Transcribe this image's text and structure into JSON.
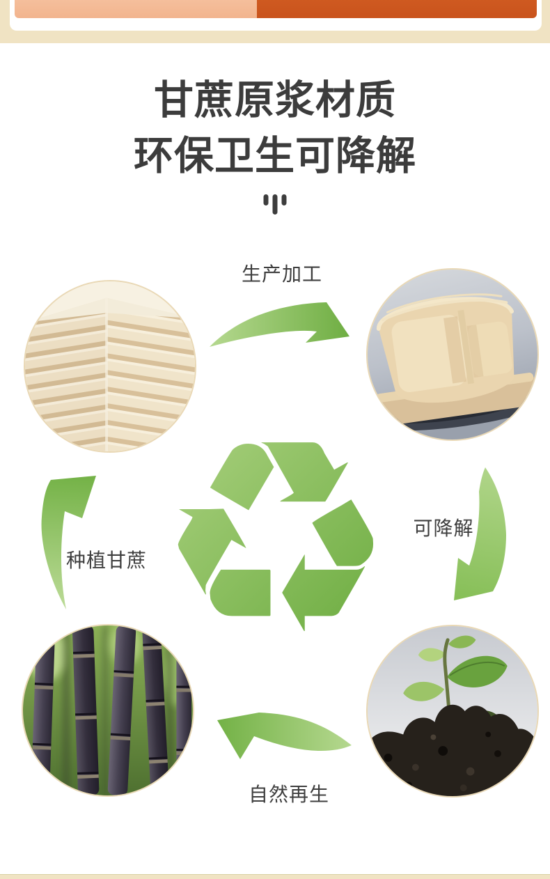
{
  "page": {
    "background_color": "#ffffff",
    "frame_color": "#f0e3c3"
  },
  "top_banner": {
    "left_panel_color": "#f2b48e",
    "right_panel_color": "#c9531c"
  },
  "heading": {
    "line1": "甘蔗原浆材质",
    "line2": "环保卫生可降解",
    "color": "#3c3c3c",
    "divider_mark": "three-vertical-bars"
  },
  "cycle_diagram": {
    "center_icon": "recycle-symbol",
    "palette": {
      "green_light": "#b5d88f",
      "green_dark": "#6fae43",
      "circle_border": "#e9d8b5"
    },
    "labels": {
      "top": "生产加工",
      "right": "可降解",
      "bottom": "自然再生",
      "left": "种植甘蔗"
    },
    "steps": [
      {
        "position": "top-left",
        "image": "sugarcane-pulp-board-photo"
      },
      {
        "position": "top-right",
        "image": "pulp-food-containers-photo"
      },
      {
        "position": "bottom-right",
        "image": "seedling-in-soil-photo"
      },
      {
        "position": "bottom-left",
        "image": "sugarcane-field-photo"
      }
    ],
    "arrows": [
      {
        "from": "pulp-board",
        "to": "containers",
        "label": "生产加工"
      },
      {
        "from": "containers",
        "to": "seedling",
        "label": "可降解"
      },
      {
        "from": "seedling",
        "to": "sugarcane",
        "label": "自然再生"
      },
      {
        "from": "sugarcane",
        "to": "pulp-board",
        "label": "种植甘蔗"
      }
    ]
  },
  "footer_strip": {
    "color": "#f0e3c3"
  }
}
